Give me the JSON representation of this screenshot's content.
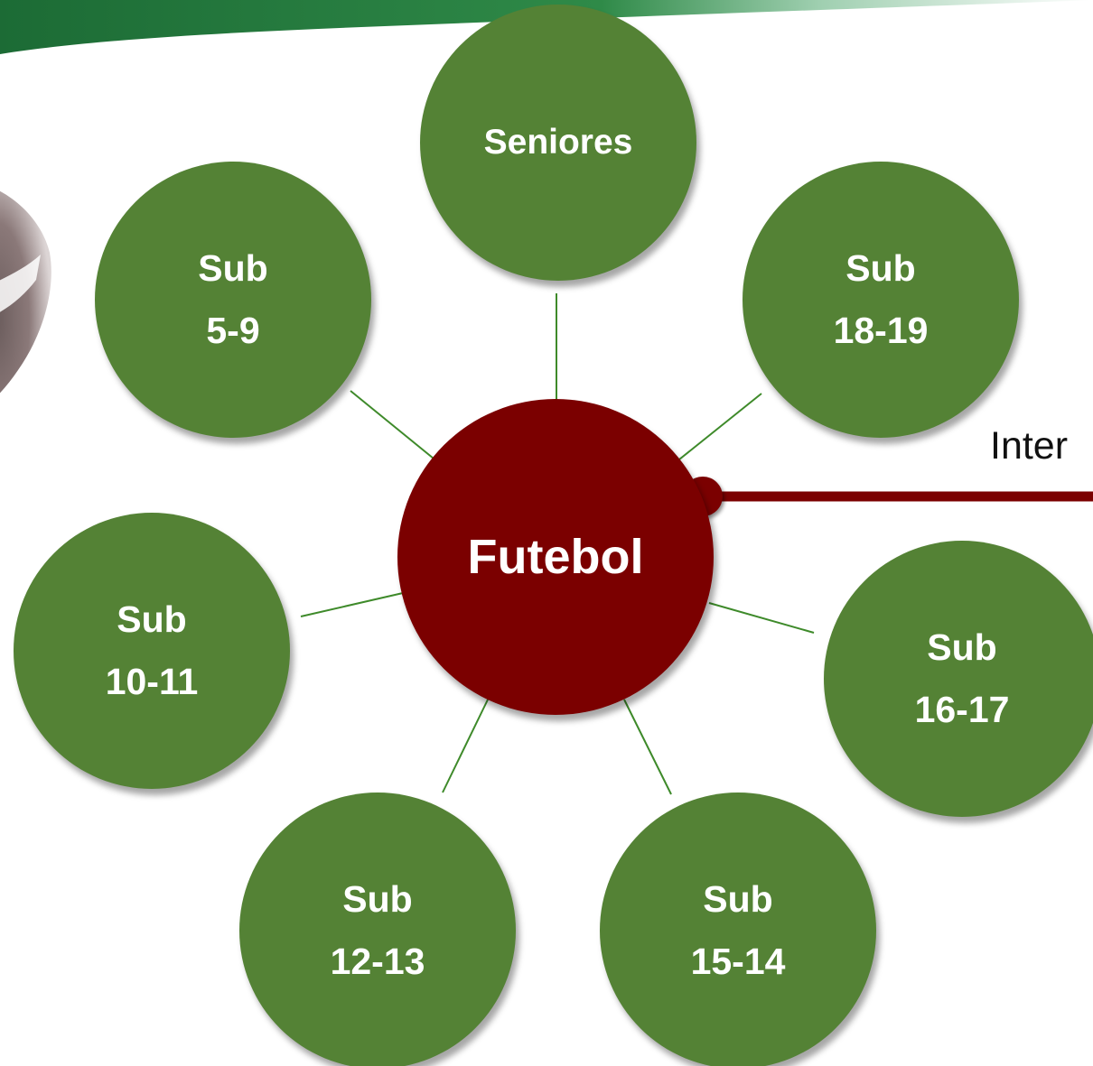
{
  "colors": {
    "node_green": "#548235",
    "center_red": "#7b0000",
    "connector_green": "#3e8a2a",
    "banner_green": "#1e7a3a"
  },
  "diagram": {
    "center": {
      "label": "Futebol"
    },
    "nodes": [
      {
        "id": "seniores",
        "line1": "Seniores",
        "line2": ""
      },
      {
        "id": "sub-5-9",
        "line1": "Sub",
        "line2": "5-9"
      },
      {
        "id": "sub-18-19",
        "line1": "Sub",
        "line2": "18-19"
      },
      {
        "id": "sub-10-11",
        "line1": "Sub",
        "line2": "10-11"
      },
      {
        "id": "sub-16-17",
        "line1": "Sub",
        "line2": "16-17"
      },
      {
        "id": "sub-12-13",
        "line1": "Sub",
        "line2": "12-13"
      },
      {
        "id": "sub-15-14",
        "line1": "Sub",
        "line2": "15-14"
      }
    ],
    "side_label": "Inter"
  }
}
